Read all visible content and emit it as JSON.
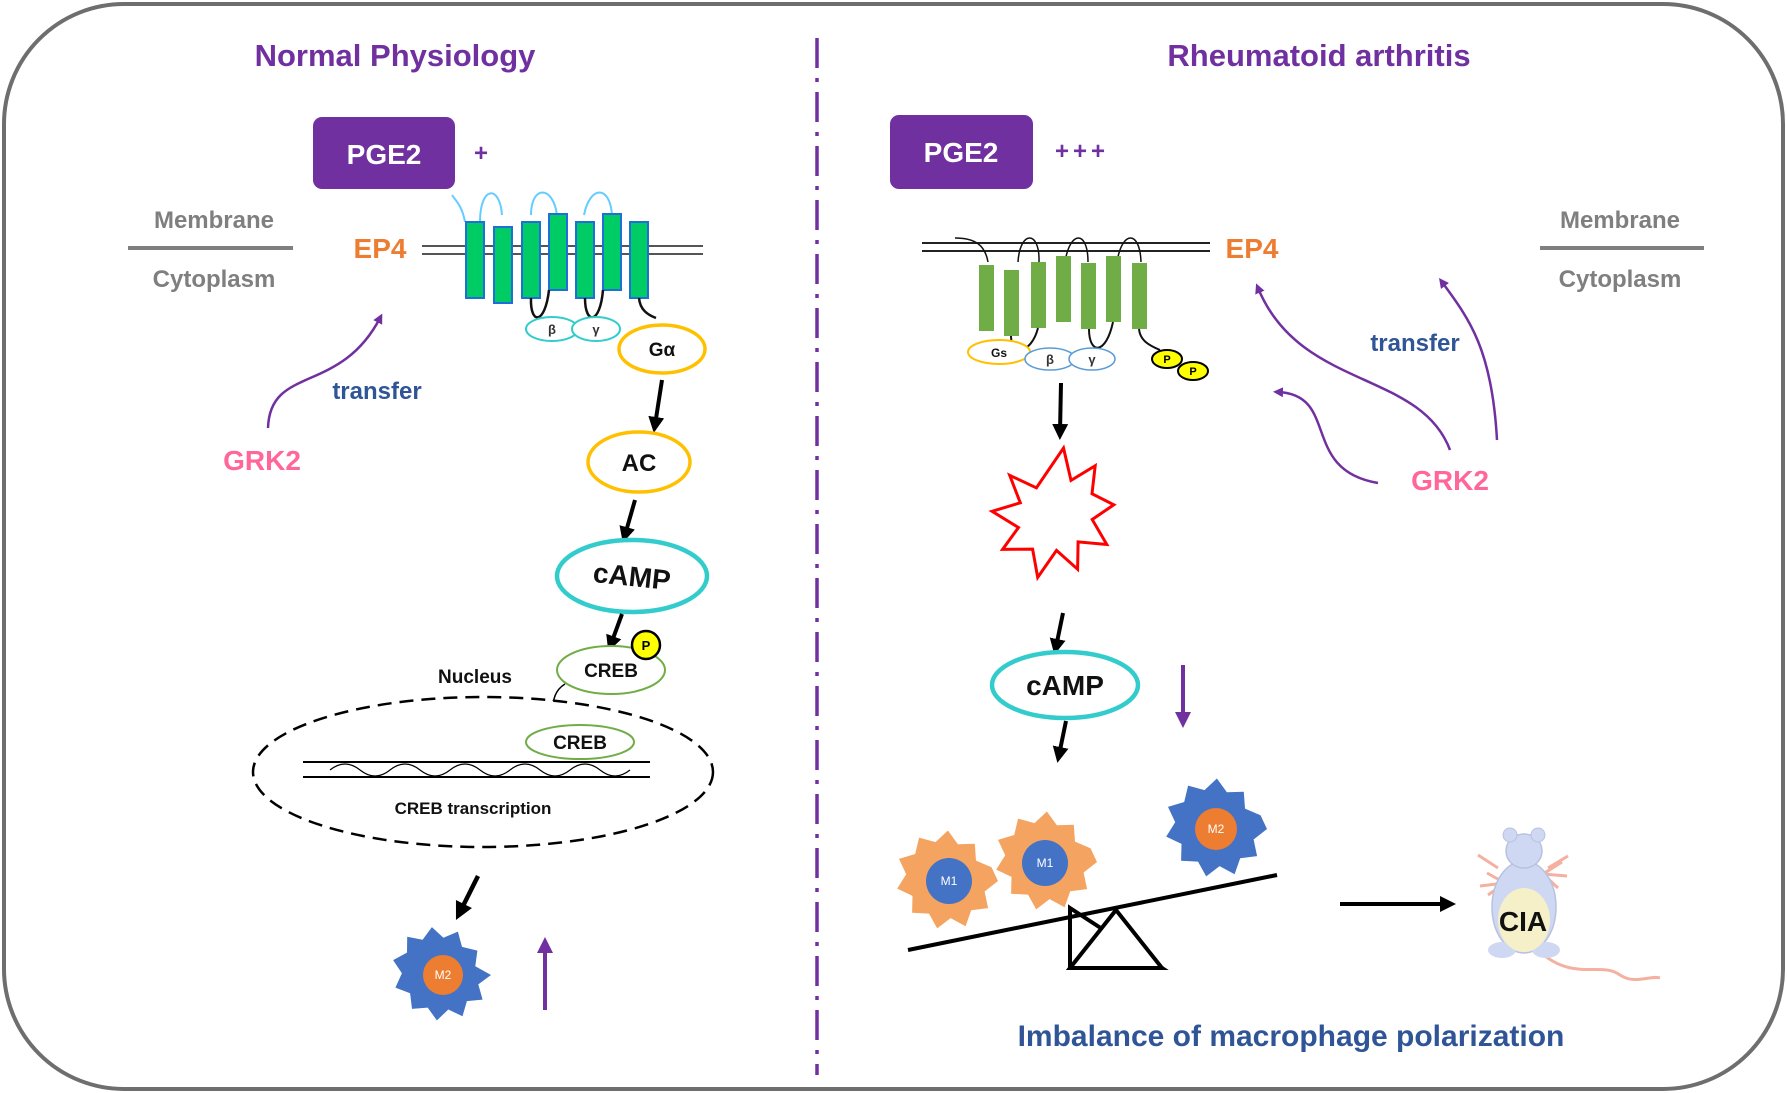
{
  "colors": {
    "purple": "#7030A0",
    "orange": "#ED7D31",
    "blue_text": "#2F5597",
    "pink": "#FF6699",
    "gray": "#7F7F7F",
    "yellow": "#FFC000",
    "teal": "#33CCCC",
    "green_receptor": "#00CC66",
    "green_receptor_ra": "#70AD47",
    "m2_blue": "#4472C4",
    "m1_orange": "#F4A460",
    "red": "#FF0000"
  },
  "left": {
    "title": "Normal Physiology",
    "ligand": "PGE2",
    "ligand_level": "+",
    "membrane": "Membrane",
    "cytoplasm": "Cytoplasm",
    "receptor": "EP4",
    "kinase": "GRK2",
    "transfer": "transfer",
    "beta": "β",
    "gamma": "γ",
    "g_alpha": "Gα",
    "ac": "AC",
    "camp": "cAMP",
    "creb": "CREB",
    "phospho": "P",
    "nucleus": "Nucleus",
    "creb_nuclear": "CREB",
    "transcription": "CREB transcription",
    "m2": "M2"
  },
  "right": {
    "title": "Rheumatoid arthritis",
    "ligand": "PGE2",
    "ligand_level": "+++",
    "membrane": "Membrane",
    "cytoplasm": "Cytoplasm",
    "receptor": "EP4",
    "kinase": "GRK2",
    "transfer": "transfer",
    "gs": "Gs",
    "beta": "β",
    "gamma": "γ",
    "phospho_1": "P",
    "phospho_2": "P",
    "camp": "cAMP",
    "m1_a": "M1",
    "m1_b": "M1",
    "m2": "M2",
    "cia": "CIA",
    "caption": "Imbalance of macrophage polarization"
  }
}
